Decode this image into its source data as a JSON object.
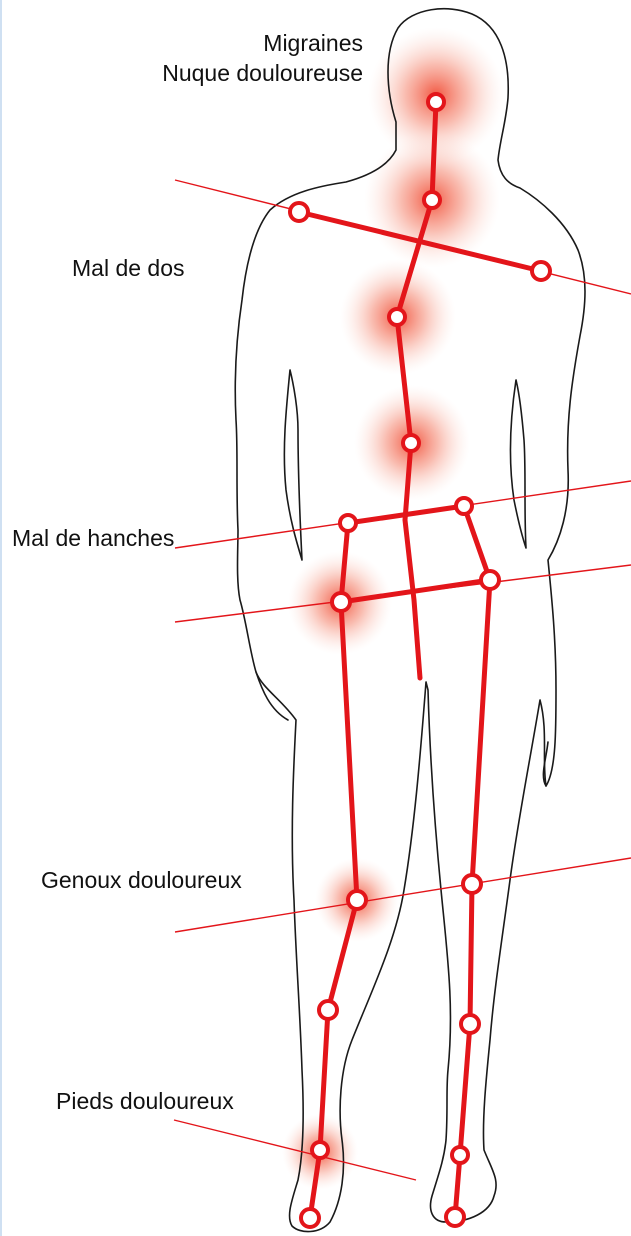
{
  "labels": {
    "migraines": "Migraines",
    "nuque": "Nuque douloureuse",
    "dos": "Mal de dos",
    "hanches": "Mal de hanches",
    "genoux": "Genoux douloureux",
    "pieds": "Pieds douloureux"
  },
  "colors": {
    "skeleton": "#e3151a",
    "pain_glow": "#ef5a3c",
    "outline": "#1a1a1a",
    "background": "#ffffff"
  }
}
